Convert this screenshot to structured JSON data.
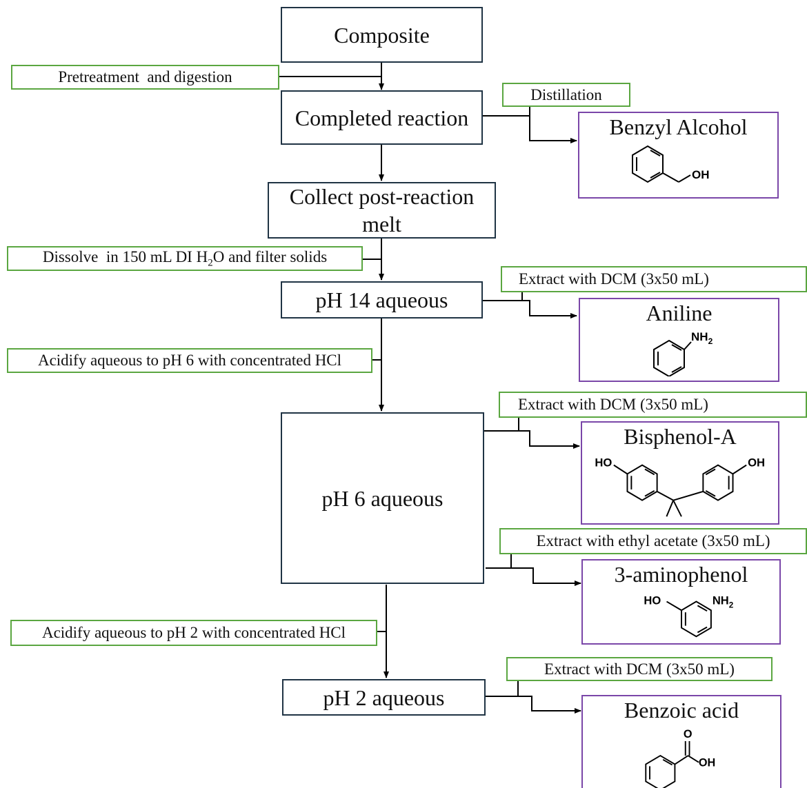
{
  "steps": {
    "composite": "Composite",
    "completed_reaction": "Completed reaction",
    "collect_melt": "Collect post-reaction melt",
    "ph14": "pH 14 aqueous",
    "ph6": "pH 6 aqueous",
    "ph2": "pH 2 aqueous"
  },
  "conditions": {
    "pretreatment": "Pretreatment  and digestion",
    "distillation": "Distillation",
    "dissolve_pre": "Dissolve  in 150 mL DI H",
    "dissolve_sub": "2",
    "dissolve_post": "O and filter solids",
    "extract_aniline": "Extract with DCM (3x50 mL)",
    "acidify_ph6": "Acidify aqueous to pH 6 with concentrated HCl",
    "extract_bpa": "Extract with DCM (3x50 mL)",
    "extract_aminophenol": "Extract with ethyl acetate (3x50 mL)",
    "acidify_ph2": "Acidify aqueous to pH 2 with concentrated HCl",
    "extract_benzoic": "Extract with DCM (3x50 mL)"
  },
  "products": {
    "benzyl_alcohol": {
      "name": "Benzyl Alcohol",
      "oh": "OH"
    },
    "aniline": {
      "name": "Aniline",
      "nh": "NH",
      "sub": "2"
    },
    "bisphenol": {
      "name": "Bisphenol-A",
      "ho": "HO",
      "oh": "OH"
    },
    "aminophenol": {
      "name": "3-aminophenol",
      "ho": "HO",
      "nh": "NH",
      "sub": "2"
    },
    "benzoic": {
      "name": "Benzoic acid",
      "o": "O",
      "oh": "OH"
    }
  },
  "colors": {
    "step_border": "#1f3344",
    "condition_border": "#5aa640",
    "product_border": "#7a46a8"
  }
}
